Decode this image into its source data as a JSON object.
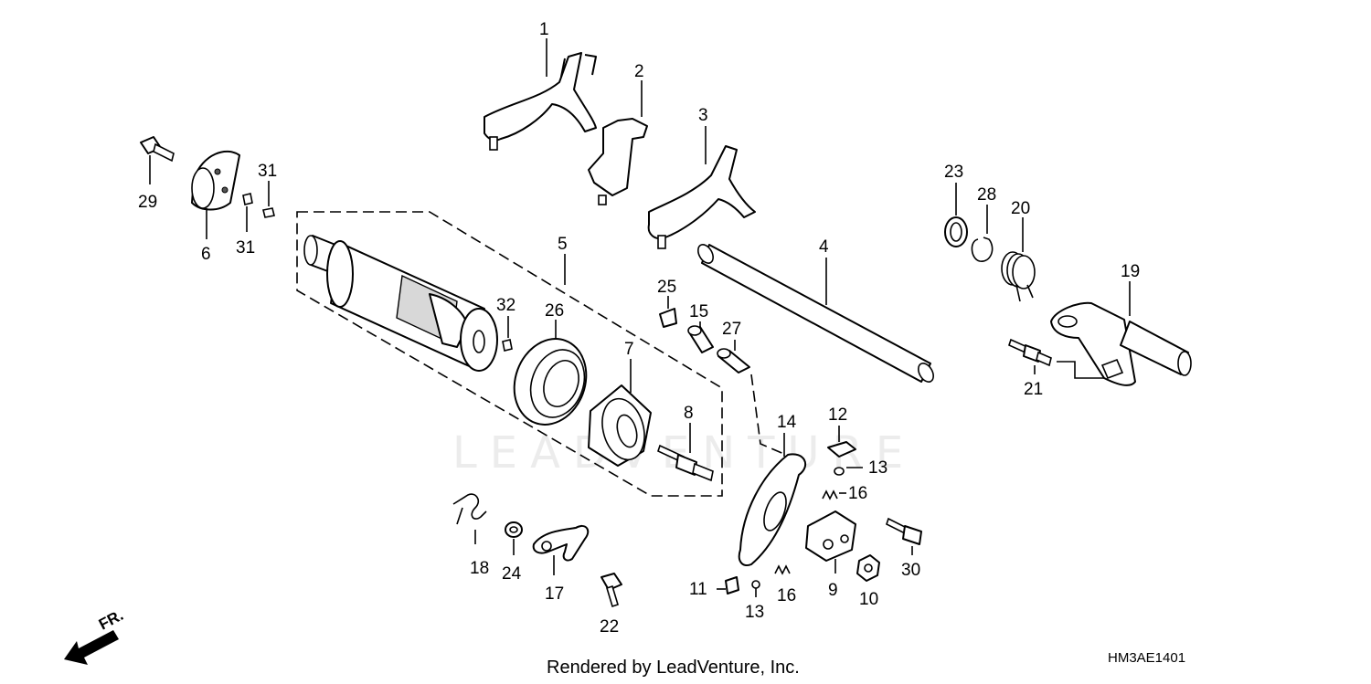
{
  "watermark": "LEADVENTURE",
  "footer": "Rendered by LeadVenture, Inc.",
  "diagram_code": "HM3AE1401",
  "direction_label": "FR.",
  "callouts": {
    "c1": "1",
    "c2": "2",
    "c3": "3",
    "c4": "4",
    "c5": "5",
    "c6": "6",
    "c7": "7",
    "c8": "8",
    "c9": "9",
    "c10": "10",
    "c11": "11",
    "c12": "12",
    "c13a": "13",
    "c13b": "13",
    "c14": "14",
    "c15": "15",
    "c16a": "16",
    "c16b": "16",
    "c17": "17",
    "c18": "18",
    "c19": "19",
    "c20": "20",
    "c21": "21",
    "c22": "22",
    "c23": "23",
    "c24": "24",
    "c25": "25",
    "c26": "26",
    "c27": "27",
    "c28": "28",
    "c29": "29",
    "c30": "30",
    "c31a": "31",
    "c31b": "31",
    "c32": "32"
  }
}
